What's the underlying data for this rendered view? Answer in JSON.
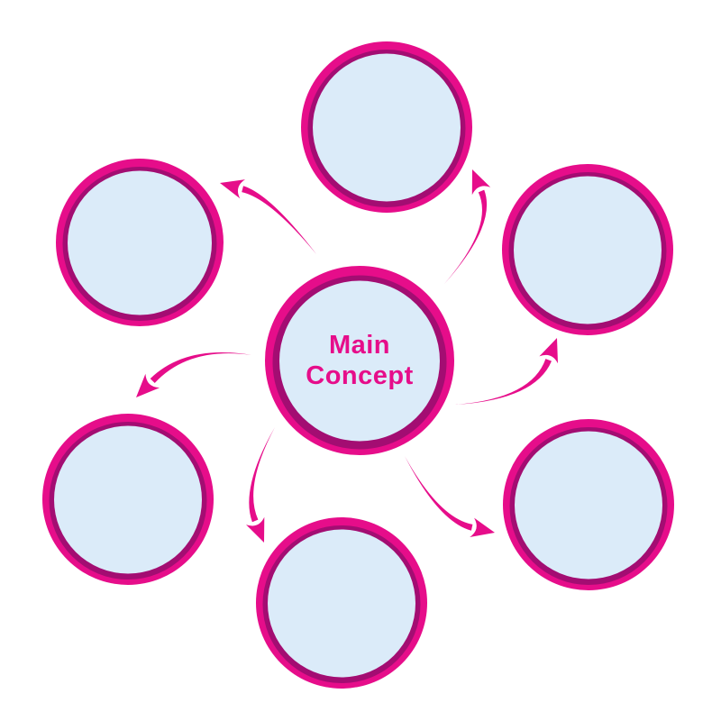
{
  "diagram": {
    "center_node": {
      "label": "Main Concept",
      "label_lines": [
        "Main",
        "Concept"
      ]
    },
    "nodes": [
      {
        "id": "top",
        "label": ""
      },
      {
        "id": "top-right",
        "label": ""
      },
      {
        "id": "bottom-right",
        "label": ""
      },
      {
        "id": "bottom",
        "label": ""
      },
      {
        "id": "bottom-left",
        "label": ""
      },
      {
        "id": "top-left",
        "label": ""
      }
    ],
    "connectors": [
      {
        "from": "center",
        "to": "top"
      },
      {
        "from": "center",
        "to": "top-right"
      },
      {
        "from": "center",
        "to": "bottom-right"
      },
      {
        "from": "center",
        "to": "bottom"
      },
      {
        "from": "center",
        "to": "bottom-left"
      },
      {
        "from": "center",
        "to": "top-left"
      }
    ]
  },
  "colors": {
    "background": "#ffffff",
    "ring_outer_pink": "#e60d8a",
    "ring_inner_magenta": "#a30d72",
    "node_fill_blue": "#dbebf9",
    "arrow_pink": "#e60d8a",
    "label_pink": "#e60d8a"
  }
}
